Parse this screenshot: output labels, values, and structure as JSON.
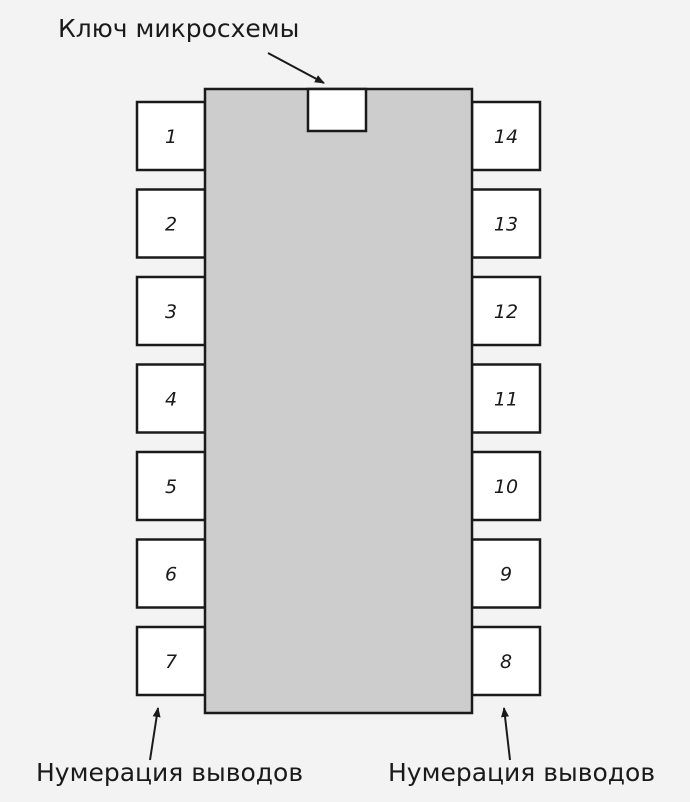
{
  "diagram": {
    "key_label": "Ключ микросхемы",
    "pin_numbering_label_left": "Нумерация выводов",
    "pin_numbering_label_right": "Нумерация выводов",
    "left_pins": [
      "1",
      "2",
      "3",
      "4",
      "5",
      "6",
      "7"
    ],
    "right_pins": [
      "14",
      "13",
      "12",
      "11",
      "10",
      "9",
      "8"
    ],
    "colors": {
      "background": "#f3f3f3",
      "body_fill": "#cdcdcd",
      "pin_fill": "#ffffff",
      "stroke": "#1a1a1a"
    }
  }
}
